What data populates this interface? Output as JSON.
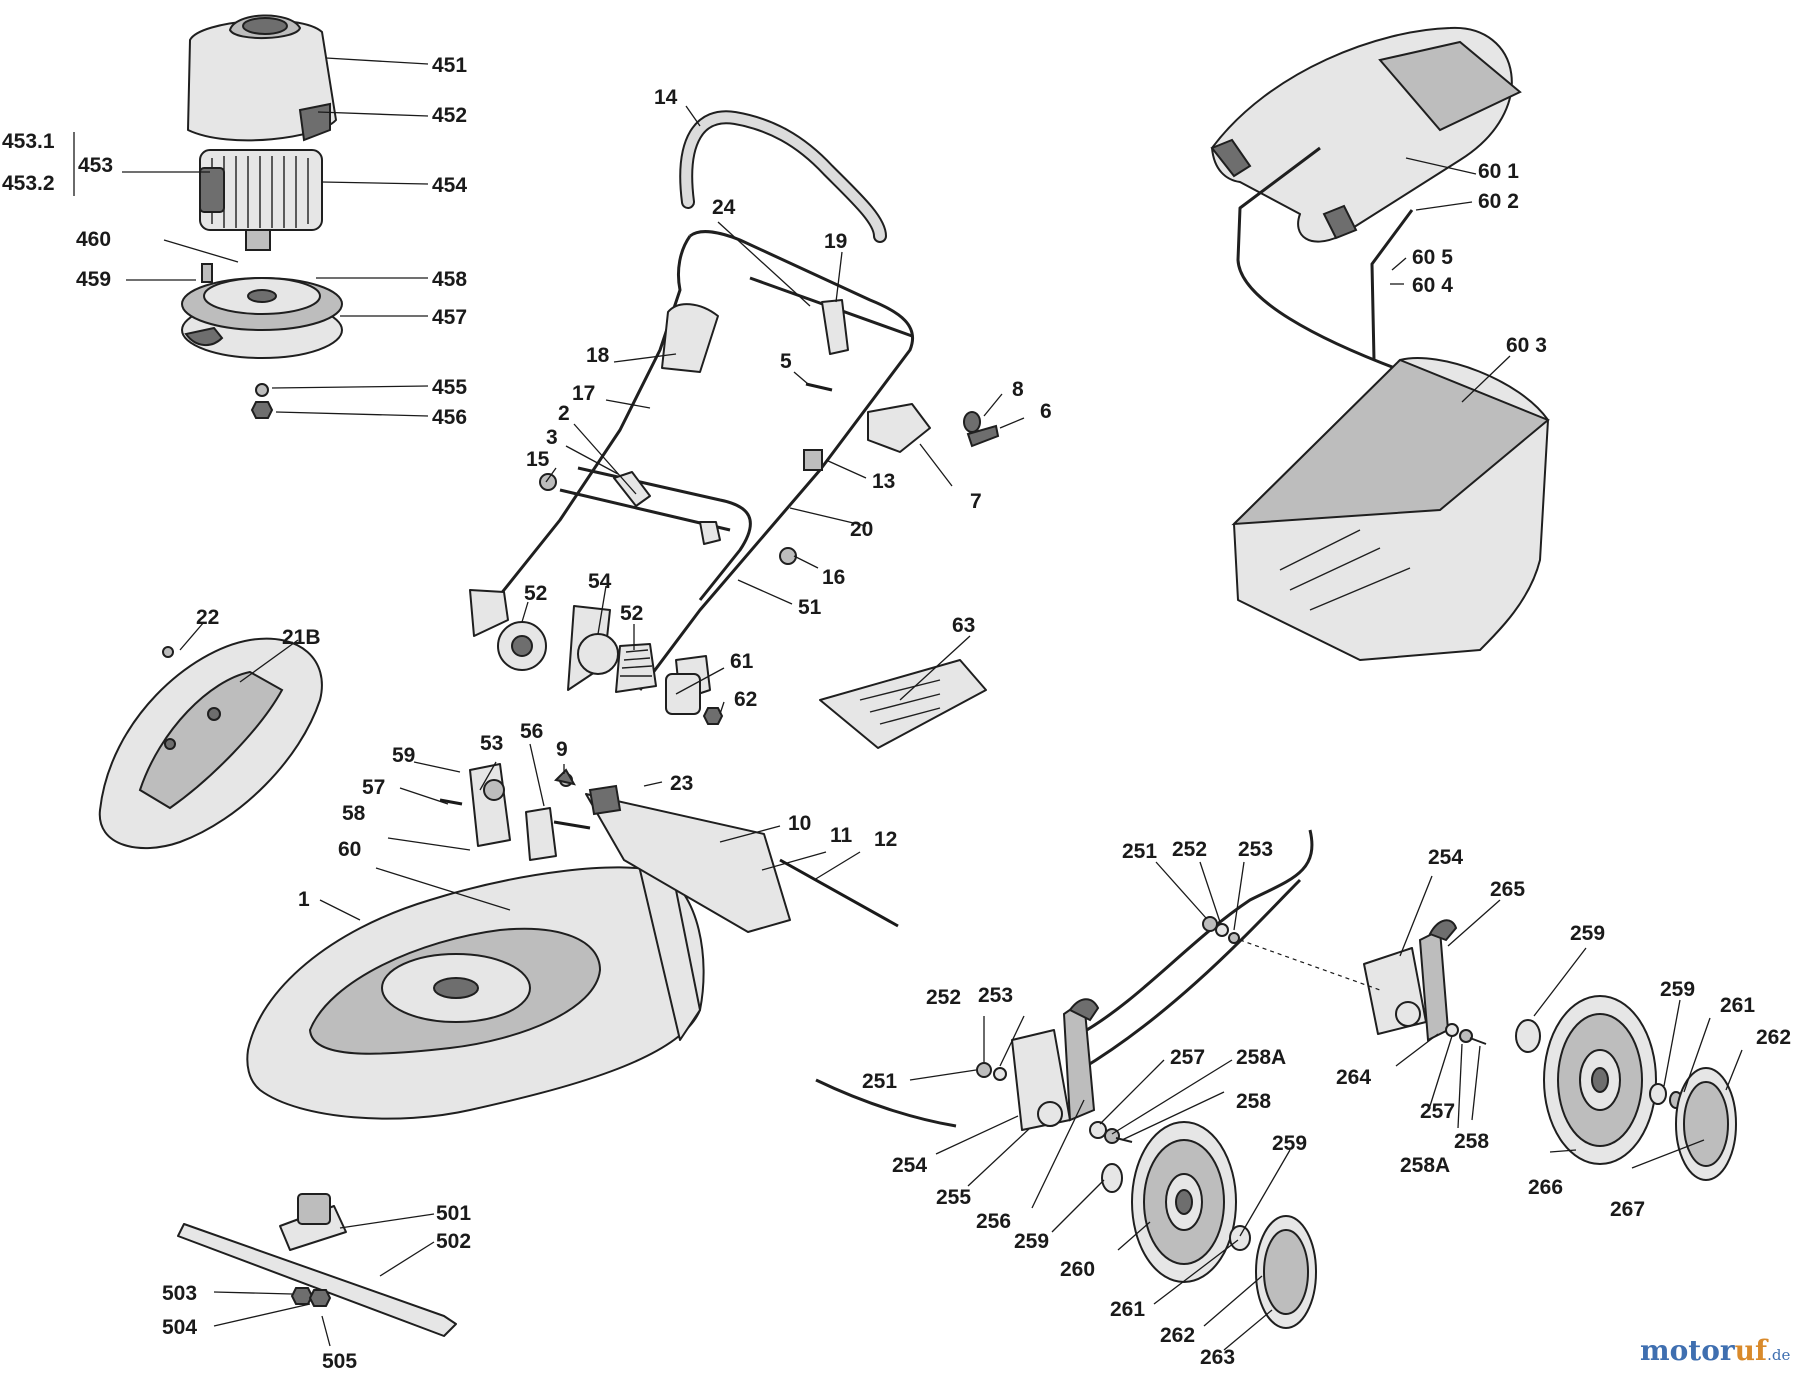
{
  "labels": {
    "p451": "451",
    "p452": "452",
    "p453_1": "453.1",
    "p453": "453",
    "p453_2": "453.2",
    "p454": "454",
    "p460": "460",
    "p459": "459",
    "p458": "458",
    "p457": "457",
    "p455": "455",
    "p456": "456",
    "p14": "14",
    "p24": "24",
    "p19": "19",
    "p18": "18",
    "p5": "5",
    "p17": "17",
    "p2": "2",
    "p3": "3",
    "p15": "15",
    "p8": "8",
    "p6": "6",
    "p13": "13",
    "p7": "7",
    "p20": "20",
    "p16": "16",
    "p51": "51",
    "p52a": "52",
    "p54": "54",
    "p52b": "52",
    "p61": "61",
    "p62": "62",
    "p63": "63",
    "p601": "60 1",
    "p602": "60 2",
    "p605": "60 5",
    "p604": "60 4",
    "p603": "60 3",
    "p22": "22",
    "p21b": "21B",
    "p59": "59",
    "p53": "53",
    "p56": "56",
    "p9": "9",
    "p23": "23",
    "p57": "57",
    "p58": "58",
    "p60": "60",
    "p10": "10",
    "p11": "11",
    "p12": "12",
    "p1": "1",
    "p501": "501",
    "p502": "502",
    "p503": "503",
    "p504": "504",
    "p505": "505",
    "p251a": "251",
    "p252a": "252",
    "p253a": "253",
    "p254a": "254",
    "p265": "265",
    "p259a": "259",
    "p259b": "259",
    "p261a": "261",
    "p262a": "262",
    "p264": "264",
    "p257a": "257",
    "p258a": "258",
    "p258Aa": "258A",
    "p266": "266",
    "p267": "267",
    "p252b": "252",
    "p253b": "253",
    "p251b": "251",
    "p257b": "257",
    "p258Ab": "258A",
    "p258b": "258",
    "p254b": "254",
    "p255": "255",
    "p256": "256",
    "p259c": "259",
    "p260": "260",
    "p259d": "259",
    "p261b": "261",
    "p262b": "262",
    "p263": "263"
  },
  "watermark": {
    "brand_a": "motor",
    "brand_b": "uf",
    "suffix": ".de"
  }
}
